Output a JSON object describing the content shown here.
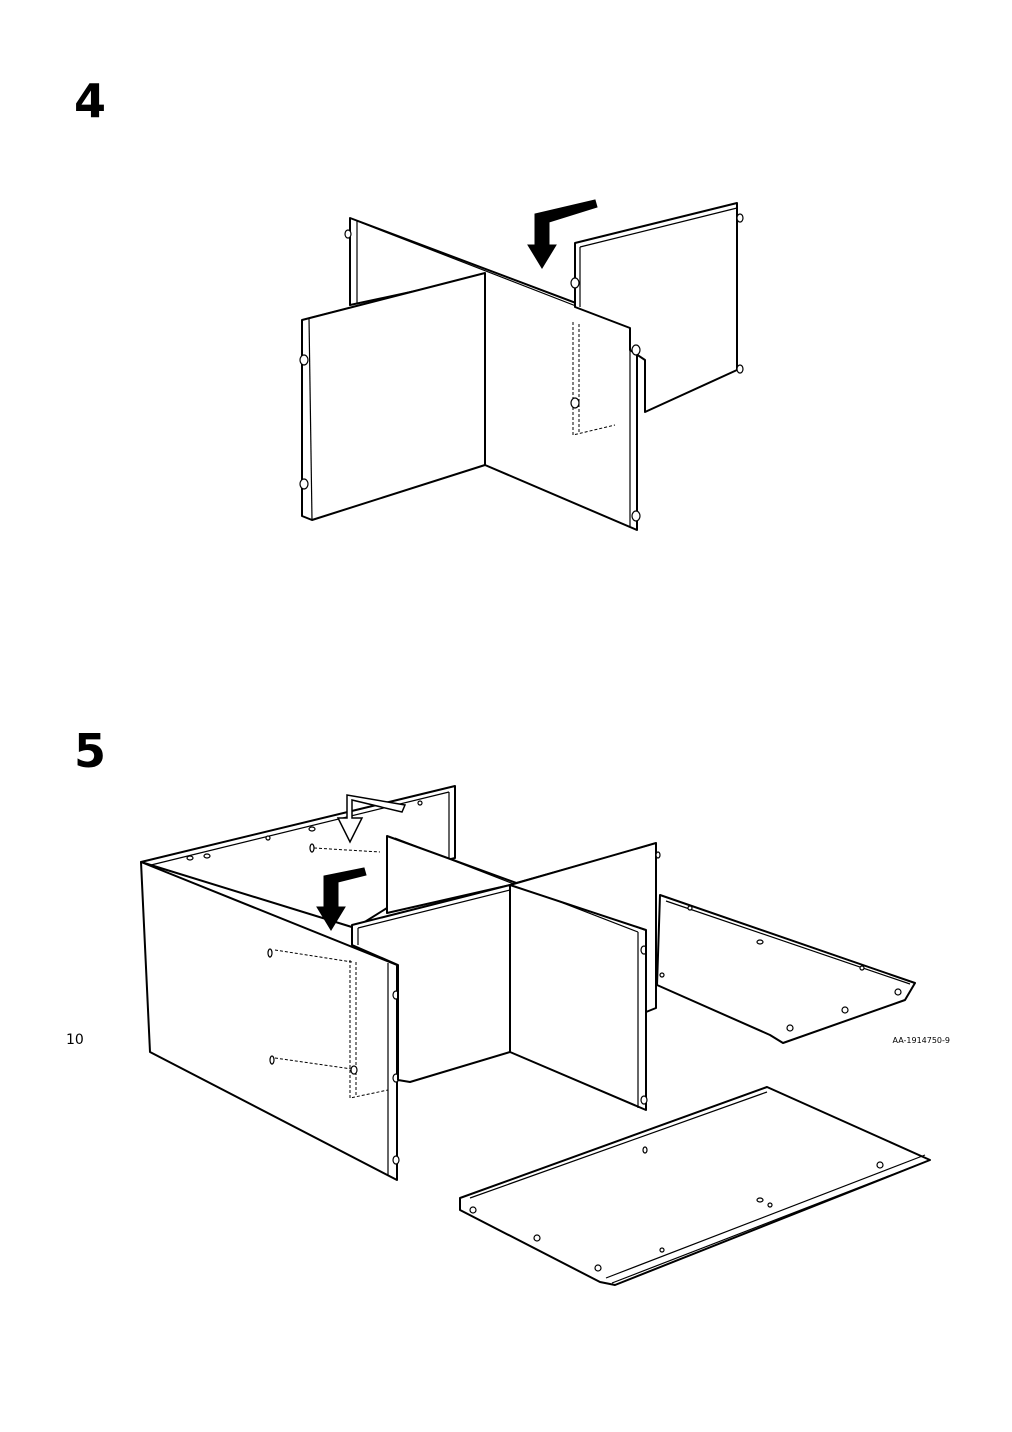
{
  "page": {
    "page_number": "10",
    "document_code": "AA-1914750-9"
  },
  "steps": [
    {
      "number": "4"
    },
    {
      "number": "5"
    }
  ]
}
